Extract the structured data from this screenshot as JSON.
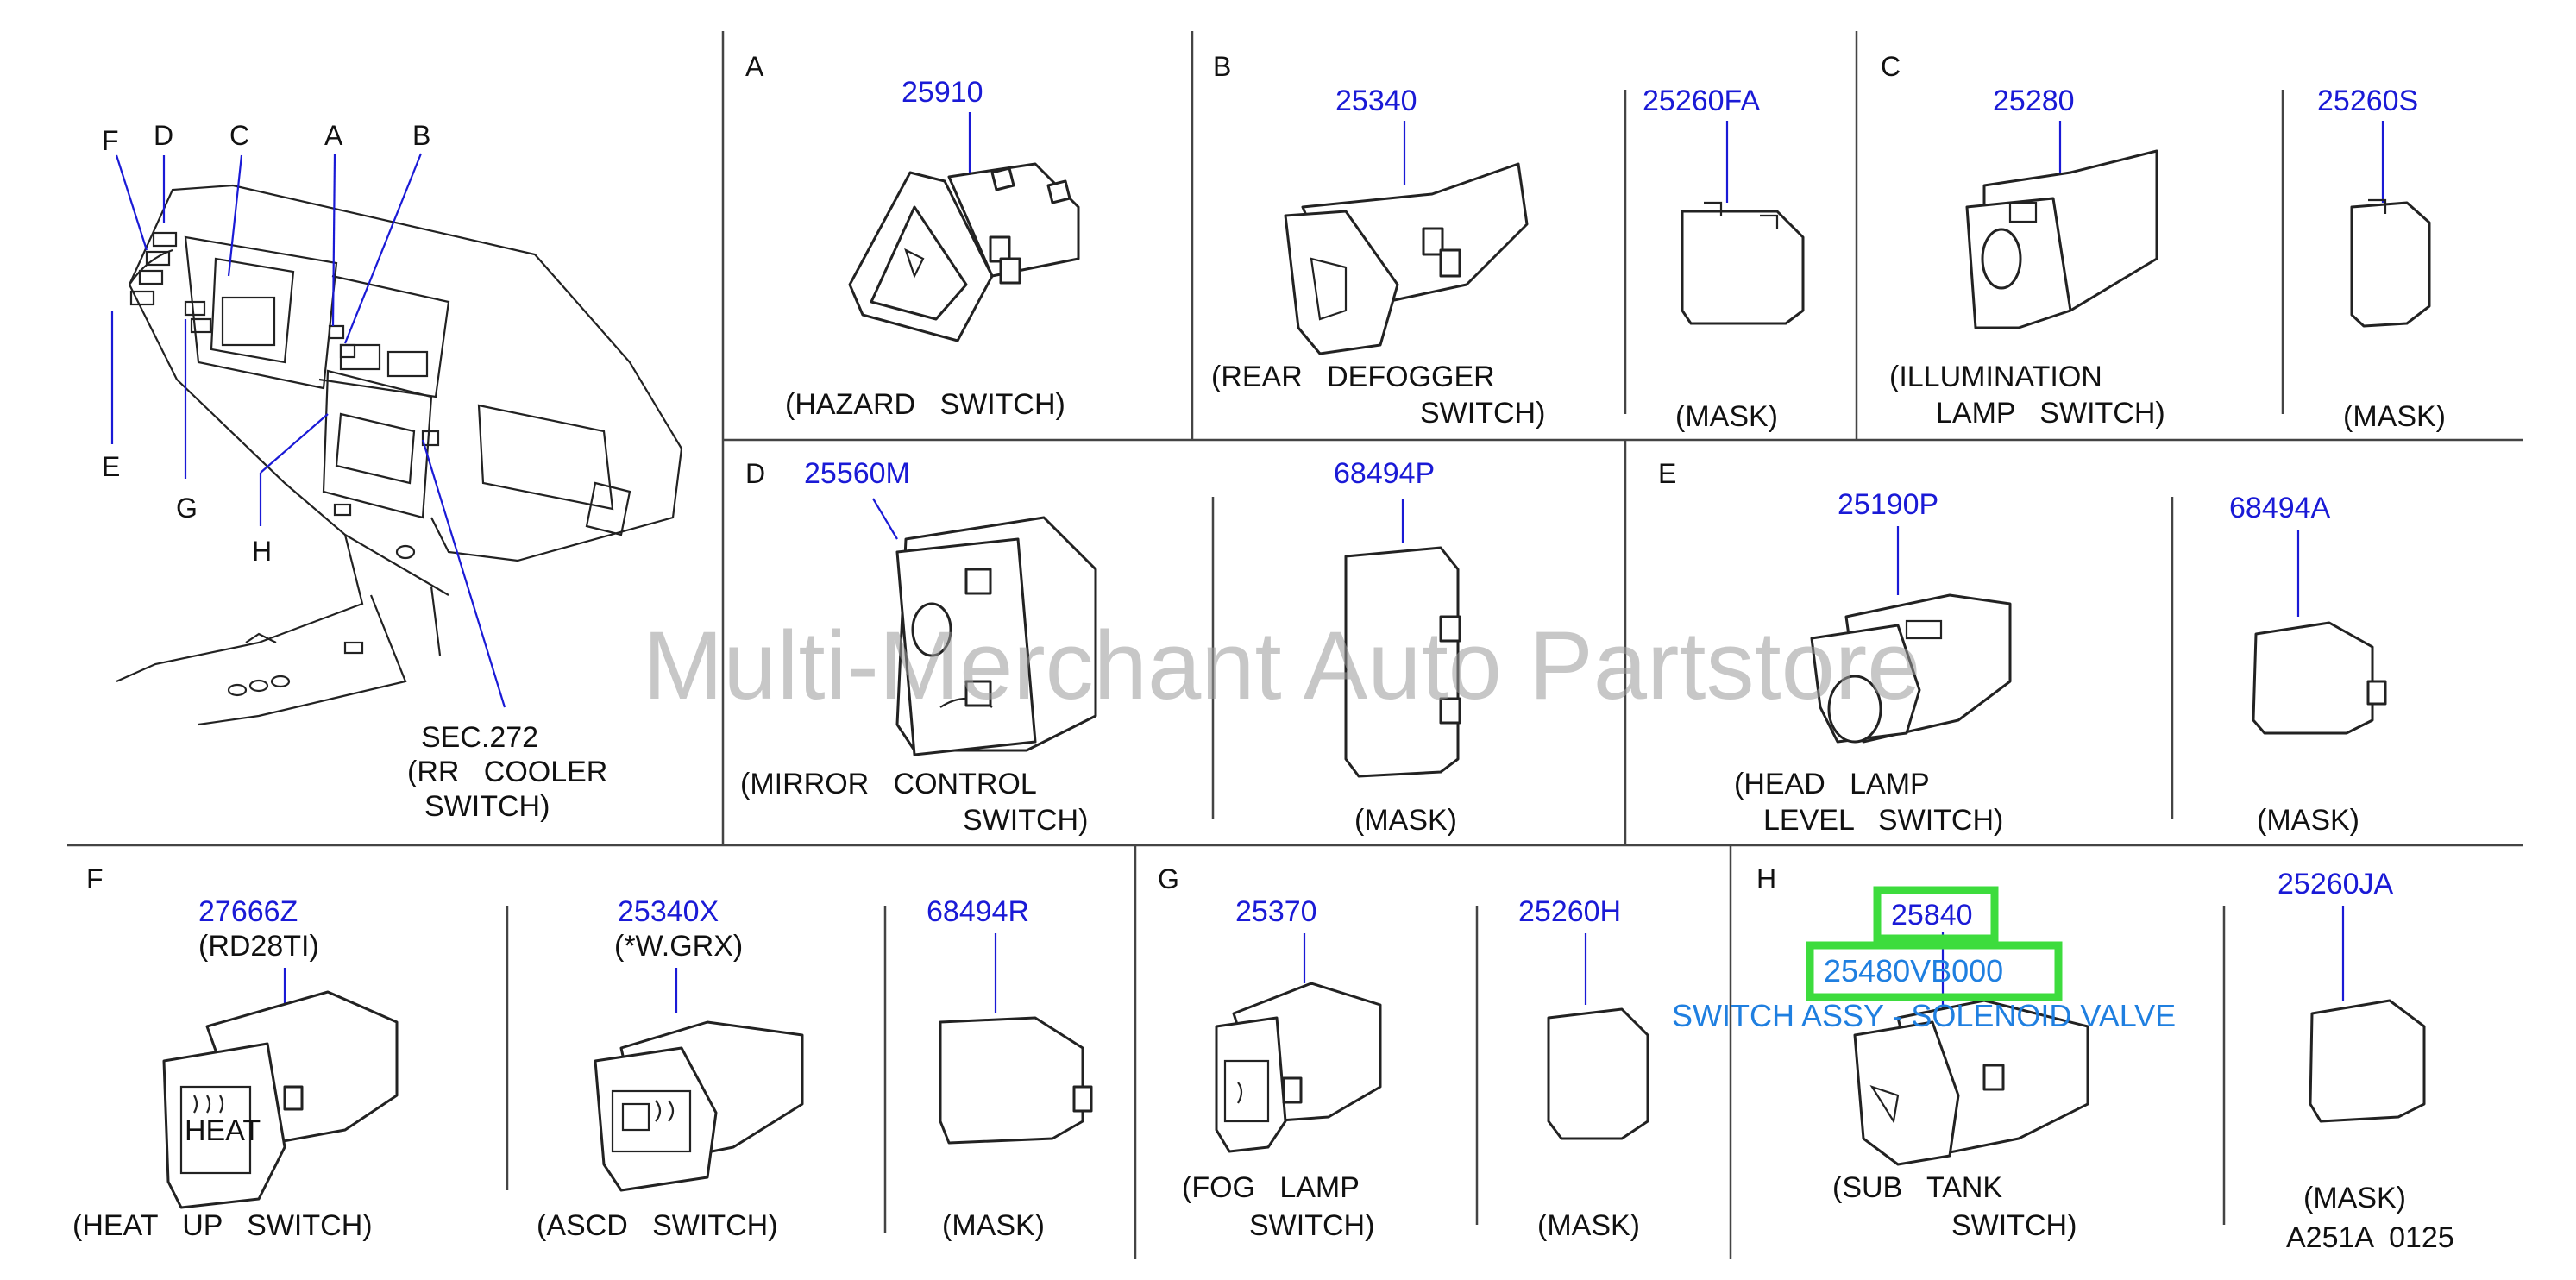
{
  "watermark": "Multi-Merchant Auto Partstore",
  "footer_code": "A251A  0125",
  "overview": {
    "callouts": [
      "F",
      "D",
      "C",
      "A",
      "B",
      "E",
      "G",
      "H"
    ],
    "sec_lines": [
      "SEC.272",
      "(RR   COOLER",
      "SWITCH)"
    ]
  },
  "sections": {
    "A": {
      "letter": "A",
      "part": "25910",
      "caption": [
        "(HAZARD   SWITCH)"
      ]
    },
    "B": {
      "letter": "B",
      "part": "25340",
      "caption": [
        "(REAR   DEFOGGER",
        "SWITCH)"
      ],
      "mask_part": "25260FA",
      "mask_label": "(MASK)"
    },
    "C": {
      "letter": "C",
      "part": "25280",
      "caption": [
        "(ILLUMINATION",
        "LAMP   SWITCH)"
      ],
      "mask_part": "25260S",
      "mask_label": "(MASK)"
    },
    "D": {
      "letter": "D",
      "part": "25560M",
      "caption": [
        "(MIRROR   CONTROL",
        "SWITCH)"
      ],
      "mask_part": "68494P",
      "mask_label": "(MASK)"
    },
    "E": {
      "letter": "E",
      "part": "25190P",
      "caption": [
        "(HEAD   LAMP",
        "LEVEL   SWITCH)"
      ],
      "mask_part": "68494A",
      "mask_label": "(MASK)"
    },
    "F": {
      "letter": "F",
      "part": "27666Z",
      "note": "(RD28TI)",
      "caption": [
        "(HEAT   UP   SWITCH)"
      ],
      "part2": "25340X",
      "note2": "(*W.GRX)",
      "caption2": [
        "(ASCD   SWITCH)"
      ],
      "mask_part": "68494R",
      "mask_label": "(MASK)",
      "heat_text": "HEAT"
    },
    "G": {
      "letter": "G",
      "part": "25370",
      "caption": [
        "(FOG   LAMP",
        "SWITCH)"
      ],
      "mask_part": "25260H",
      "mask_label": "(MASK)"
    },
    "H": {
      "letter": "H",
      "part": "25840",
      "alt_part": "25480VB000",
      "overlay": "SWITCH ASSY - SOLENOID VALVE",
      "caption": [
        "(SUB   TANK",
        "SWITCH)"
      ],
      "mask_part": "25260JA",
      "mask_label": "(MASK)"
    }
  },
  "colors": {
    "part_number": "#1a1ad6",
    "highlight": "#3ddc3d",
    "overlay_text": "#1f7fe0"
  }
}
